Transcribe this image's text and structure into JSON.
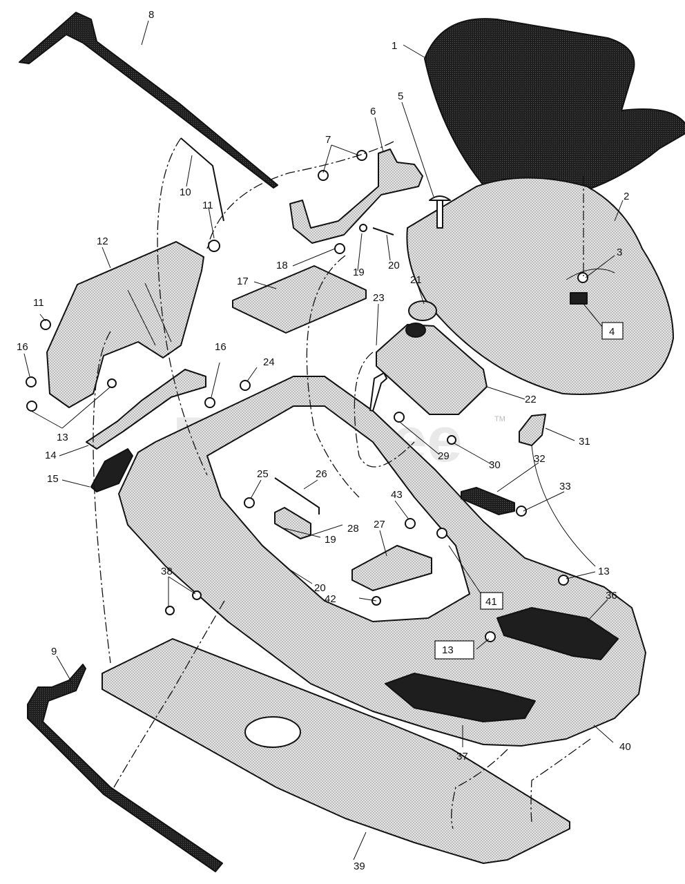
{
  "watermark": {
    "text": "PartsTree",
    "tm": "TM"
  },
  "callouts": {
    "c1": "1",
    "c2": "2",
    "c3": "3",
    "c4": "4",
    "c5": "5",
    "c6": "6",
    "c7": "7",
    "c8": "8",
    "c9": "9",
    "c10": "10",
    "c11a": "11",
    "c11b": "11",
    "c12": "12",
    "c13a": "13",
    "c13b": "13",
    "c13c": "13",
    "c14": "14",
    "c15": "15",
    "c16a": "16",
    "c16b": "16",
    "c17": "17",
    "c18": "18",
    "c19a": "19",
    "c19b": "19",
    "c20a": "20",
    "c20b": "20",
    "c21": "21",
    "c22": "22",
    "c23": "23",
    "c24": "24",
    "c25": "25",
    "c26": "26",
    "c27": "27",
    "c28": "28",
    "c29": "29",
    "c30": "30",
    "c31": "31",
    "c32": "32",
    "c33": "33",
    "c36": "36",
    "c37": "37",
    "c38": "38",
    "c39": "39",
    "c40": "40",
    "c41": "41",
    "c42": "42",
    "c43": "43"
  },
  "colors": {
    "stipple": "#bfbfbf",
    "dark": "#1e1e1e",
    "line": "#111111"
  }
}
